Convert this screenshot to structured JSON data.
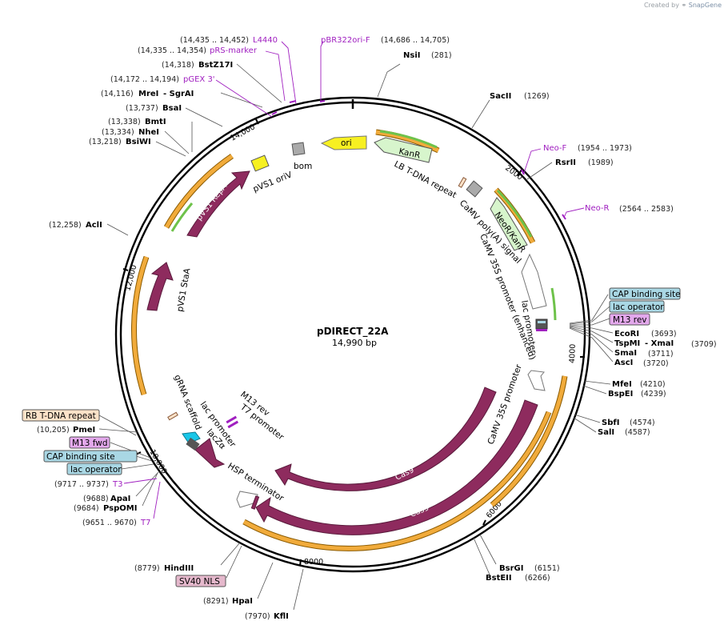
{
  "watermark": {
    "prefix": "Created by",
    "brand": "SnapGene"
  },
  "plasmid": {
    "name": "pDIRECT_22A",
    "length_bp": 14990,
    "length_label": "14,990 bp"
  },
  "ticks": [
    {
      "bp": 2000,
      "label": "2000"
    },
    {
      "bp": 4000,
      "label": "4000"
    },
    {
      "bp": 6000,
      "label": "6000"
    },
    {
      "bp": 8000,
      "label": "8000"
    },
    {
      "bp": 10000,
      "label": "10,000"
    },
    {
      "bp": 12000,
      "label": "12,000"
    },
    {
      "bp": 14000,
      "label": "14,000"
    }
  ],
  "enzymes": [
    {
      "name": "NsiI",
      "pos": "(281)"
    },
    {
      "name": "SacII",
      "pos": "(1269)"
    },
    {
      "name": "RsrII",
      "pos": "(1989)"
    },
    {
      "name": "EcoRI",
      "pos": "(3693)"
    },
    {
      "name": "TspMI",
      "pos": "(3709)",
      "pre": " - XmaI"
    },
    {
      "name": "SmaI",
      "pos": "(3711)"
    },
    {
      "name": "AscI",
      "pos": "(3720)"
    },
    {
      "name": "MfeI",
      "pos": "(4210)"
    },
    {
      "name": "BspEI",
      "pos": "(4239)"
    },
    {
      "name": "SbfI",
      "pos": "(4574)"
    },
    {
      "name": "SalI",
      "pos": "(4587)"
    },
    {
      "name": "BsrGI",
      "pos": "(6151)"
    },
    {
      "name": "BstEII",
      "pos": "(6266)"
    },
    {
      "name": "KflI",
      "pos": "(7970)"
    },
    {
      "name": "HpaI",
      "pos": "(8291)"
    },
    {
      "name": "HindIII",
      "pos": "(8779)"
    },
    {
      "name": "PspOMI",
      "pos": "(9684)"
    },
    {
      "name": "ApaI",
      "pos": "(9688)"
    },
    {
      "name": "PmeI",
      "pos": "(10,205)"
    },
    {
      "name": "AclI",
      "pos": "(12,258)"
    },
    {
      "name": "BsiWI",
      "pos": "(13,218)"
    },
    {
      "name": "NheI",
      "pos": "(13,334)"
    },
    {
      "name": "BmtI",
      "pos": "(13,338)"
    },
    {
      "name": "BsaI",
      "pos": "(13,737)"
    },
    {
      "name": "MreI",
      "pos": "(14,116)",
      "pre": " - SgrAI"
    },
    {
      "name": "BstZ17I",
      "pos": "(14,318)"
    }
  ],
  "primers": [
    {
      "name": "L4440",
      "range": "(14,435 .. 14,452)"
    },
    {
      "name": "pRS-marker",
      "range": "(14,335 .. 14,354)"
    },
    {
      "name": "pGEX 3'",
      "range": "(14,172 .. 14,194)"
    },
    {
      "name": "pBR322ori-F",
      "range": "(14,686 .. 14,705)"
    },
    {
      "name": "Neo-F",
      "range": "(1954 .. 1973)"
    },
    {
      "name": "Neo-R",
      "range": "(2564 .. 2583)"
    },
    {
      "name": "T3",
      "range": "(9717 .. 9737)"
    },
    {
      "name": "T7",
      "range": "(9651 .. 9670)"
    }
  ],
  "boxed_labels": [
    {
      "text": "CAP binding site",
      "color": "#a9d7e4"
    },
    {
      "text": "lac operator",
      "color": "#a9d7e4"
    },
    {
      "text": "M13 rev",
      "color": "#e3a8ec"
    },
    {
      "text": "RB T-DNA repeat",
      "color": "#fde2c8"
    },
    {
      "text": "M13 fwd",
      "color": "#e3a8ec"
    },
    {
      "text": "CAP binding site",
      "color": "#a9d7e4"
    },
    {
      "text": "lac operator",
      "color": "#a9d7e4"
    },
    {
      "text": "SV40 NLS",
      "color": "#e5b8cc"
    }
  ],
  "features": [
    {
      "name": "ori"
    },
    {
      "name": "bom"
    },
    {
      "name": "pVS1 oriV"
    },
    {
      "name": "KanR"
    },
    {
      "name": "NeoR/KanR"
    },
    {
      "name": "LB T-DNA repeat"
    },
    {
      "name": "CaMV poly(A) signal"
    },
    {
      "name": "CaMV 35S promoter (enhanced)"
    },
    {
      "name": "lac promoter"
    },
    {
      "name": "CaMV 35S promoter"
    },
    {
      "name": "Cas9"
    },
    {
      "name": "Cas9"
    },
    {
      "name": "HSP terminator"
    },
    {
      "name": "M13 rev"
    },
    {
      "name": "T7 promoter"
    },
    {
      "name": "gRNA scaffold"
    },
    {
      "name": "lac promoter"
    },
    {
      "name": "lacZα"
    },
    {
      "name": "pVS1 StaA"
    },
    {
      "name": "pVS1 RepA"
    }
  ],
  "colors": {
    "backbone": "#000000",
    "orf_dark": "#8e2b5e",
    "orf_light": "#d7f5cc",
    "orange_arc": "#f1ab3b",
    "green_arc": "#6ec24a",
    "origin": "#f7f021",
    "primer": "#a020c0"
  }
}
